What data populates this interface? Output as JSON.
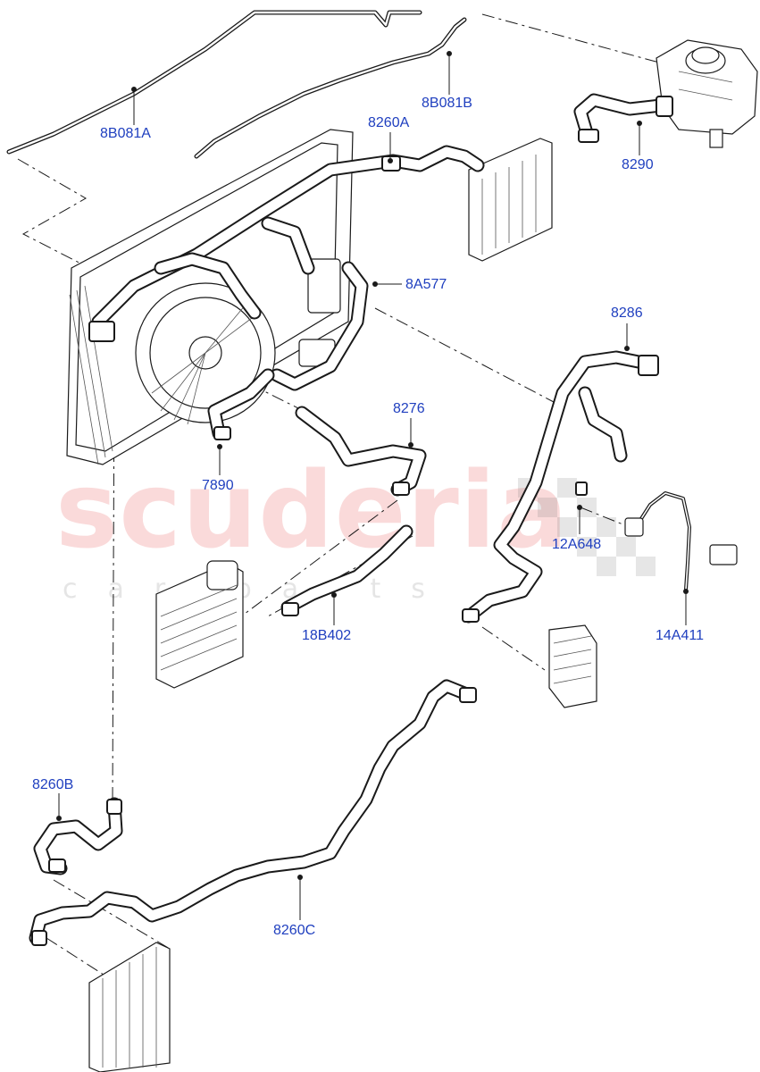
{
  "watermark": {
    "main": "scuderia",
    "sub": "car parts"
  },
  "callouts": [
    {
      "id": "8B081A",
      "text": "8B081A"
    },
    {
      "id": "8B081B",
      "text": "8B081B"
    },
    {
      "id": "8260A",
      "text": "8260A"
    },
    {
      "id": "8290",
      "text": "8290"
    },
    {
      "id": "8A577",
      "text": "8A577"
    },
    {
      "id": "8286",
      "text": "8286"
    },
    {
      "id": "8276",
      "text": "8276"
    },
    {
      "id": "7890",
      "text": "7890"
    },
    {
      "id": "12A648",
      "text": "12A648"
    },
    {
      "id": "18B402",
      "text": "18B402"
    },
    {
      "id": "14A411",
      "text": "14A411"
    },
    {
      "id": "8260B",
      "text": "8260B"
    },
    {
      "id": "8260C",
      "text": "8260C"
    }
  ],
  "colors": {
    "label": "#1f3fbf",
    "line": "#1a1a1a",
    "watermark": "#f09696"
  }
}
